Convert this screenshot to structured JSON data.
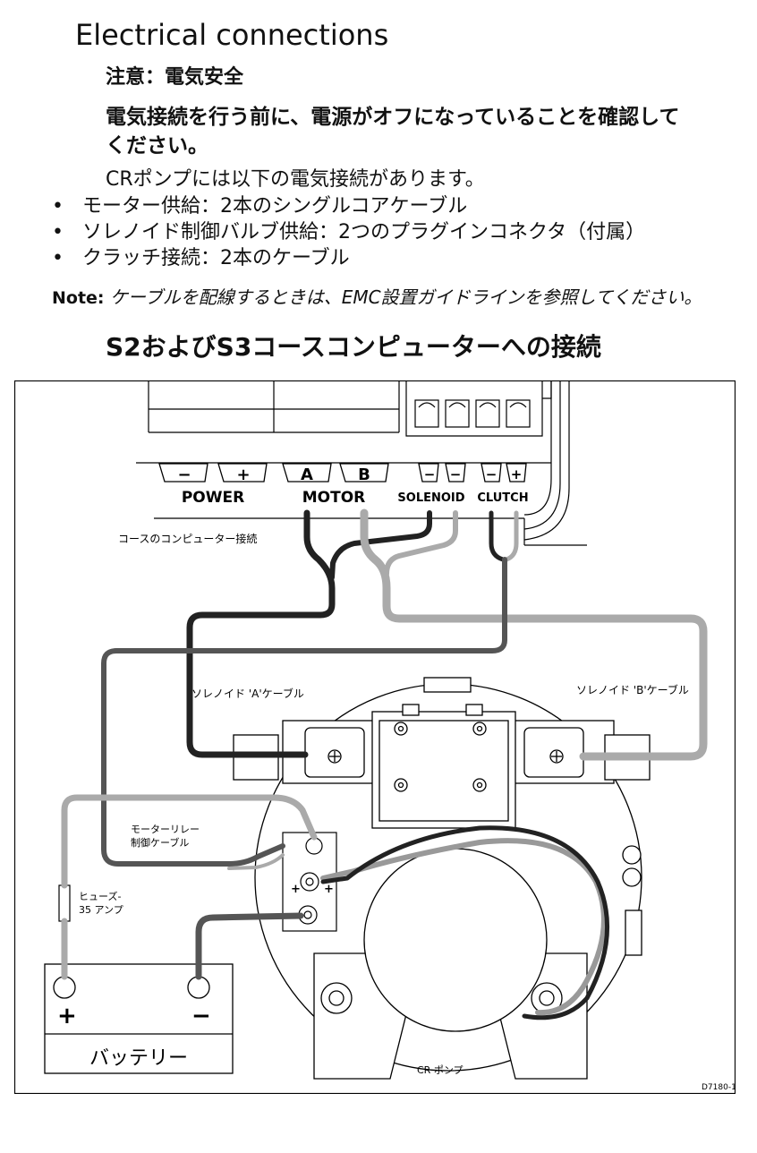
{
  "page": {
    "title": "Electrical connections",
    "caution_heading": "注意：電気安全",
    "warning_line1": "電気接続を行う前に、電源がオフになっていることを確認して",
    "warning_line2": "ください。",
    "intro": "CRポンプには以下の電気接続があります。",
    "bullets": [
      "モーター供給：2本のシングルコアケーブル",
      "ソレノイド制御バルブ供給：2つのプラグインコネクタ（付属）",
      "クラッチ接続：2本のケーブル"
    ],
    "note_label": "Note:",
    "note_text": "ケーブルを配線するときは、EMC設置ガイドラインを参照してください。",
    "subtitle": "S2およびS3コースコンピューターへの接続"
  },
  "diagram": {
    "terminals": [
      "−",
      "+",
      "A",
      "B",
      "−",
      "−",
      "−",
      "+"
    ],
    "group_power": "POWER",
    "group_motor": "MOTOR",
    "group_solenoid": "SOLENOID",
    "group_clutch": "CLUTCH",
    "course_computer_label": "コースのコンピューター接続",
    "solenoid_a_label": "ソレノイド 'A'ケーブル",
    "solenoid_b_label": "ソレノイド 'B'ケーブル",
    "relay_label_line1": "モーターリレー",
    "relay_label_line2": "制御ケーブル",
    "fuse_label_line1": "ヒューズ-",
    "fuse_label_line2": "35 アンプ",
    "battery_plus": "+",
    "battery_minus": "−",
    "battery_label": "バッテリー",
    "pump_label": "CR ポンプ",
    "relay_plus_left": "+",
    "relay_plus_right": "+",
    "relay_minus": "−",
    "figure_code": "D7180-1"
  }
}
